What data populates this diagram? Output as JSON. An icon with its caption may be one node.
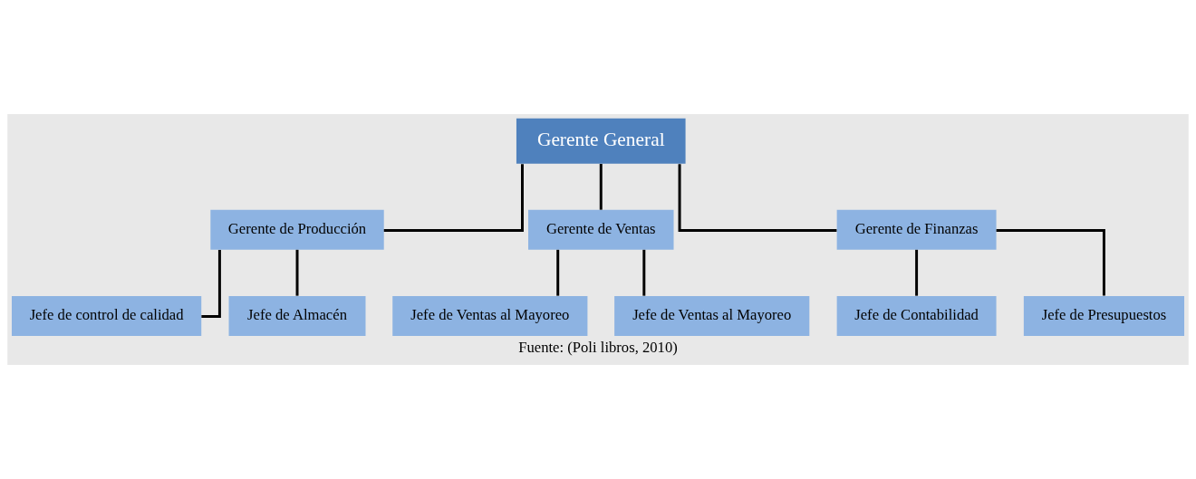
{
  "diagram": {
    "caption": "Fuente: (Poli libros, 2010)",
    "nodes": [
      {
        "text": [
          "Gerente General"
        ]
      },
      {
        "text": [
          "Gerente de Producción"
        ]
      },
      {
        "text": [
          "Gerente de Ventas"
        ]
      },
      {
        "text": [
          "Gerente de Finanzas"
        ]
      },
      {
        "text": [
          "Jefe de control de calidad"
        ]
      },
      {
        "text": [
          "Jefe de Almacén"
        ]
      },
      {
        "text": [
          "Jefe de Ventas al Mayoreo"
        ]
      },
      {
        "text": [
          "Jefe de Ventas al Mayoreo"
        ]
      },
      {
        "text": [
          "Jefe de Contabilidad"
        ]
      },
      {
        "text": [
          "Jefe de Presupuestos"
        ]
      }
    ],
    "edges": [
      {
        "from": 0,
        "to": 1,
        "arrow": "none"
      },
      {
        "from": 0,
        "to": 2,
        "arrow": "none"
      },
      {
        "from": 0,
        "to": 3,
        "arrow": "none"
      },
      {
        "from": 1,
        "to": 4,
        "arrow": "none"
      },
      {
        "from": 1,
        "to": 5,
        "arrow": "none"
      },
      {
        "from": 2,
        "to": 6,
        "arrow": "none"
      },
      {
        "from": 2,
        "to": 7,
        "arrow": "none"
      },
      {
        "from": 3,
        "to": 8,
        "arrow": "none"
      },
      {
        "from": 3,
        "to": 9,
        "arrow": "none"
      }
    ]
  }
}
